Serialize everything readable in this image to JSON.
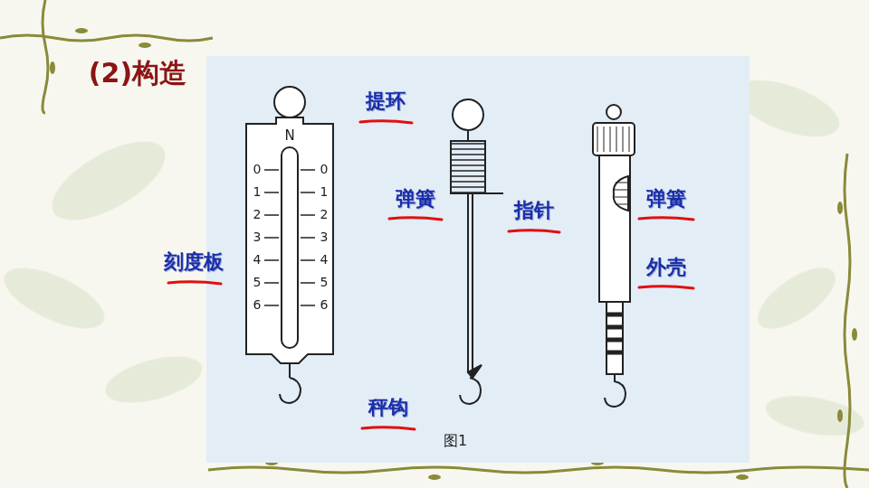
{
  "diagram": {
    "title": "(2)构造",
    "labels": [
      "N",
      "0",
      "1",
      "2",
      "3",
      "4",
      "5",
      "6",
      "0",
      "1",
      "2",
      "3",
      "4",
      "5",
      "6",
      "提环",
      "弹簧",
      "指针",
      "刻度板",
      "秤钩",
      "图1",
      "弹簧",
      "外壳"
    ]
  }
}
